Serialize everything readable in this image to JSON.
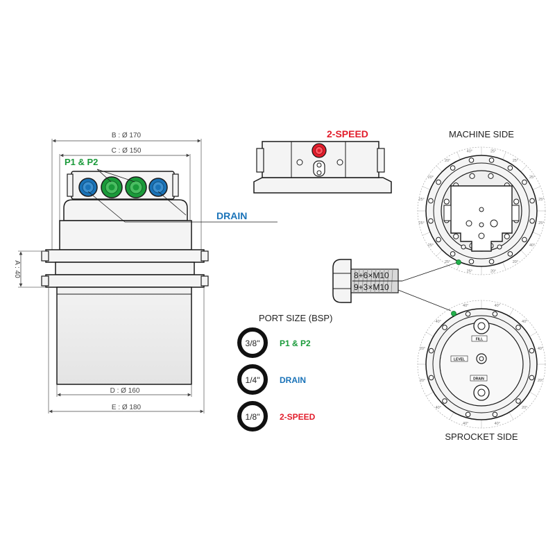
{
  "colors": {
    "green": "#1a9a3a",
    "blue": "#1a73b8",
    "red": "#e21d2b",
    "ink": "#1a1a1a",
    "dim": "#555555"
  },
  "dimensions": {
    "b": "B : Ø 170",
    "c": "C : Ø 150",
    "a": "A : 40",
    "d": "D : Ø 160",
    "e": "E : Ø 180"
  },
  "ports": {
    "p1p2": "P1 & P2",
    "drain": "DRAIN",
    "two_speed": "2-SPEED"
  },
  "views": {
    "machine_side": "MACHINE SIDE",
    "sprocket_side": "SPROCKET SIDE"
  },
  "bolts": {
    "machine": "8+6×M10",
    "sprocket": "9+3×M10"
  },
  "plate_labels": {
    "fill": "FILL",
    "level": "LEVEL",
    "drain": "DRAIN"
  },
  "port_size": {
    "title": "PORT SIZE (BSP)",
    "items": [
      {
        "size": "3/8\"",
        "label": "P1 & P2",
        "color": "#1a9a3a"
      },
      {
        "size": "1/4\"",
        "label": "DRAIN",
        "color": "#1a73b8"
      },
      {
        "size": "1/8\"",
        "label": "2-SPEED",
        "color": "#e21d2b"
      }
    ]
  },
  "angles": {
    "machine_ring": [
      "25°",
      "25°",
      "25°",
      "25°",
      "25°",
      "40°",
      "20°",
      "20°",
      "25°",
      "25°",
      "25°",
      "25°",
      "25°",
      "20°",
      "20°",
      "40°"
    ],
    "sprocket_ring": [
      "40°",
      "40°",
      "40°",
      "20°",
      "20°",
      "40°",
      "40°",
      "40°",
      "20°",
      "20°",
      "40°",
      "40°"
    ]
  }
}
